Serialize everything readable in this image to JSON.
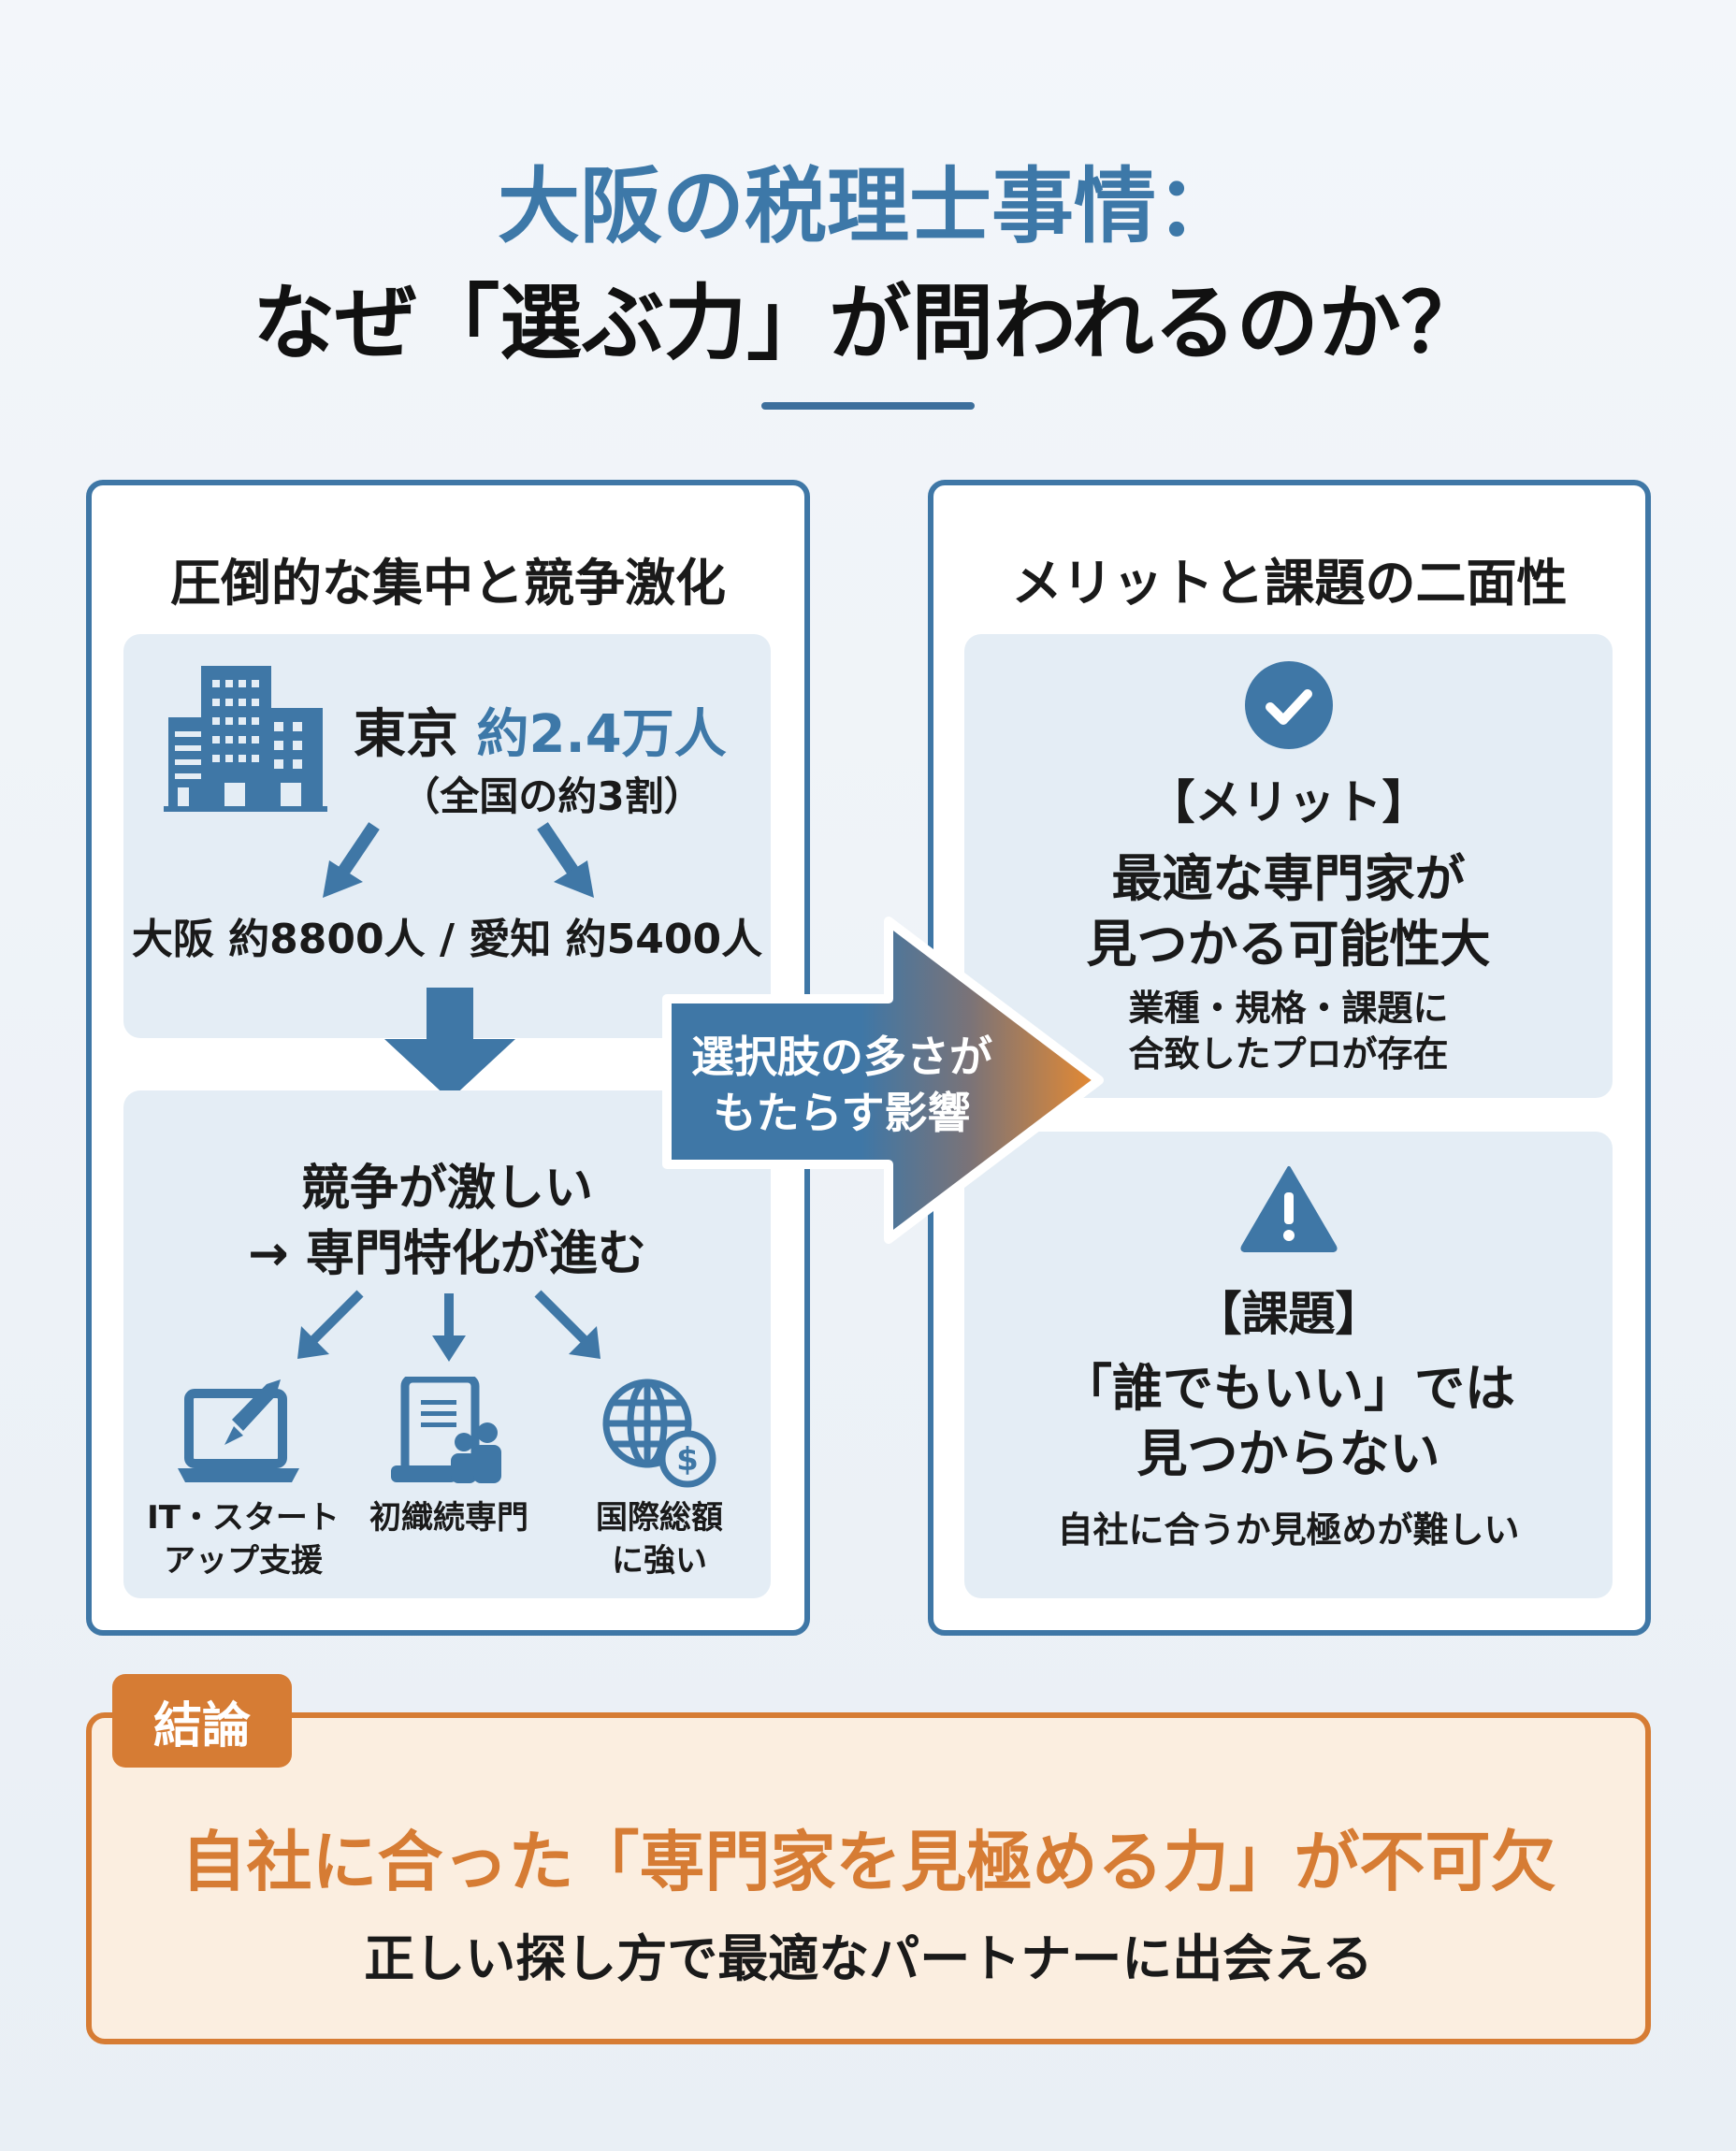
{
  "title": {
    "line1": "大阪の税理士事情：",
    "line2": "なぜ「選ぶ力」が問われるのか？"
  },
  "left": {
    "title": "圧倒的な集中と競争激化",
    "tokyo_label": "東京",
    "tokyo_value": "約2.4万人",
    "tokyo_share": "（全国の約3割）",
    "regions": "大阪 約8800人 / 愛知 約5400人",
    "competition_line1": "競争が激しい",
    "competition_line2": "→ 専門特化が進む",
    "specialties": [
      {
        "icon": "rocket-laptop-icon",
        "line1": "IT・スタート",
        "line2": "アップ支援"
      },
      {
        "icon": "document-people-icon",
        "line1": "初織続専門",
        "line2": ""
      },
      {
        "icon": "globe-dollar-icon",
        "line1": "国際総額",
        "line2": "に強い"
      }
    ]
  },
  "arrow": {
    "line1": "選択肢の多さが",
    "line2": "もたらす影響"
  },
  "right": {
    "title": "メリットと課題の二面性",
    "merit": {
      "icon": "check-circle-icon",
      "label": "【メリット】",
      "line1": "最適な専門家が",
      "line2": "見つかる可能性大",
      "sub1": "業種・規格・課題に",
      "sub2": "合致したプロが存在"
    },
    "issue": {
      "icon": "warning-icon",
      "label": "【課題】",
      "line1": "「誰でもいい」では",
      "line2": "見つからない",
      "sub": "自社に合うか見極めが難しい"
    }
  },
  "conclusion": {
    "tag": "結論",
    "main": "自社に合った「専門家を見極める力」が不可欠",
    "sub": "正しい探し方で最適なパートナーに出会える"
  },
  "colors": {
    "blue": "#3f77a6",
    "orange": "#d67c34"
  }
}
